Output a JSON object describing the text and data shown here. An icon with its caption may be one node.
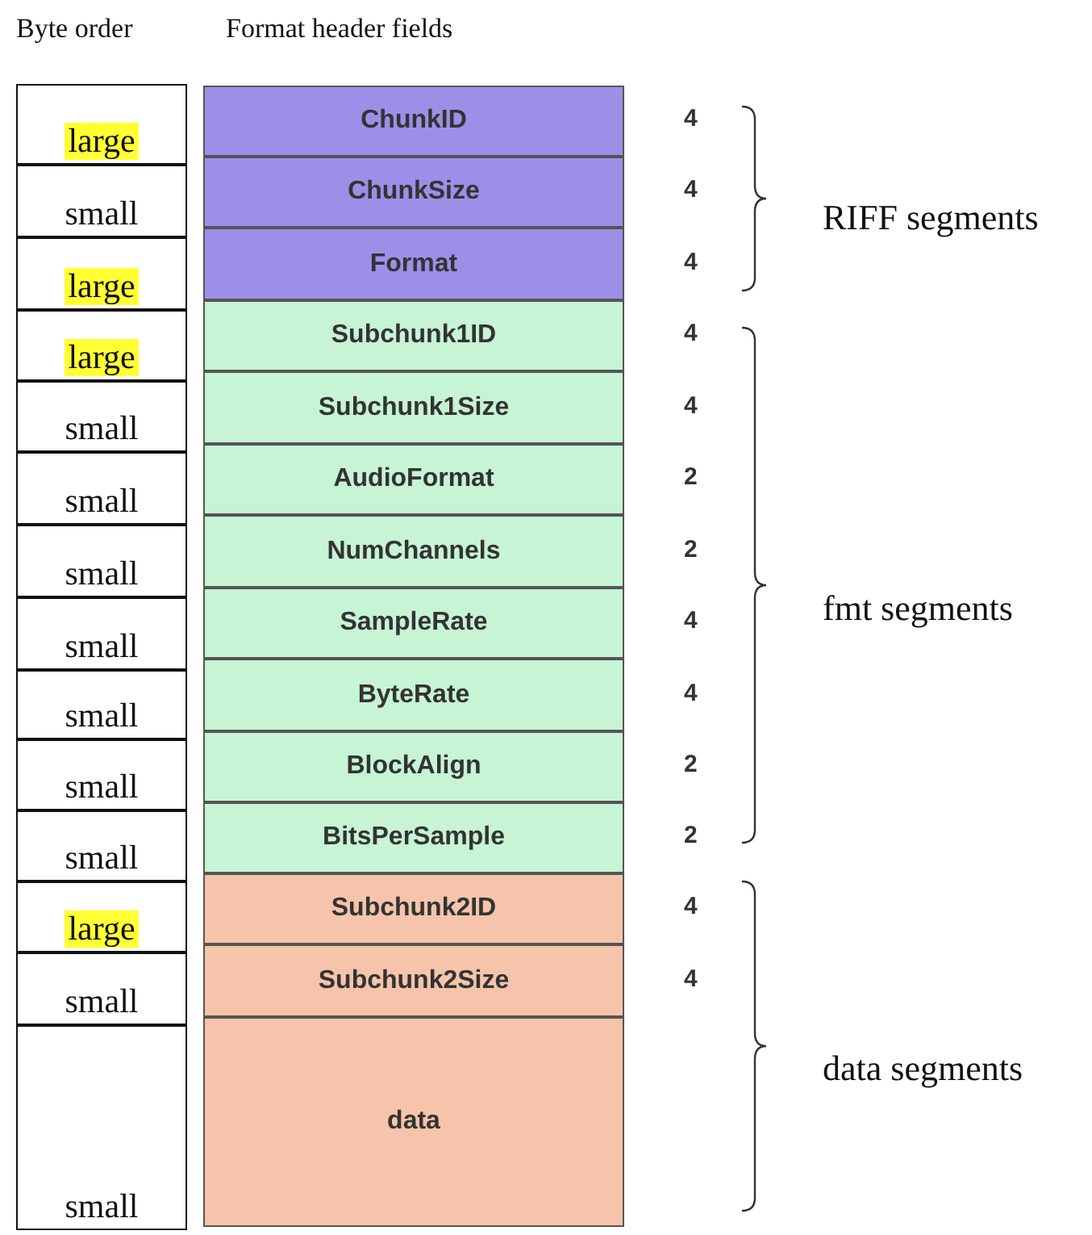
{
  "diagram": {
    "nodes": [
      {
        "text": [
          "large"
        ]
      },
      {
        "text": [
          "small"
        ]
      },
      {
        "text": [
          "large"
        ]
      },
      {
        "text": [
          "large"
        ]
      },
      {
        "text": [
          "small"
        ]
      },
      {
        "text": [
          "small"
        ]
      },
      {
        "text": [
          "small"
        ]
      },
      {
        "text": [
          "small"
        ]
      },
      {
        "text": [
          "small"
        ]
      },
      {
        "text": [
          "small"
        ]
      },
      {
        "text": [
          "small"
        ]
      },
      {
        "text": [
          "large"
        ]
      },
      {
        "text": [
          "small"
        ]
      },
      {
        "text": [
          "small"
        ]
      },
      {
        "text": [
          "ChunkID"
        ],
        "beside": [
          "4"
        ]
      },
      {
        "text": [
          "ChunkSize"
        ],
        "beside": [
          "4"
        ]
      },
      {
        "text": [
          "Format"
        ],
        "beside": [
          "4"
        ]
      },
      {
        "text": [
          "Subchunk1ID"
        ],
        "beside": [
          "4"
        ]
      },
      {
        "text": [
          "Subchunk1Size"
        ],
        "beside": [
          "4"
        ]
      },
      {
        "text": [
          "AudioFormat"
        ],
        "beside": [
          "2"
        ]
      },
      {
        "text": [
          "NumChannels"
        ],
        "beside": [
          "2"
        ]
      },
      {
        "text": [
          "SampleRate"
        ],
        "beside": [
          "4"
        ]
      },
      {
        "text": [
          "ByteRate"
        ],
        "beside": [
          "4"
        ]
      },
      {
        "text": [
          "BlockAlign"
        ],
        "beside": [
          "2"
        ]
      },
      {
        "text": [
          "BitsPerSample"
        ],
        "beside": [
          "2"
        ]
      },
      {
        "text": [
          "Subchunk2ID"
        ],
        "beside": [
          "4"
        ]
      },
      {
        "text": [
          "Subchunk2Size"
        ],
        "beside": [
          "4"
        ]
      },
      {
        "text": [
          "data"
        ]
      }
    ],
    "labels": [
      "Byte order",
      "Format header fields",
      "RIFF segments",
      "fmt segments",
      "data segments"
    ]
  }
}
